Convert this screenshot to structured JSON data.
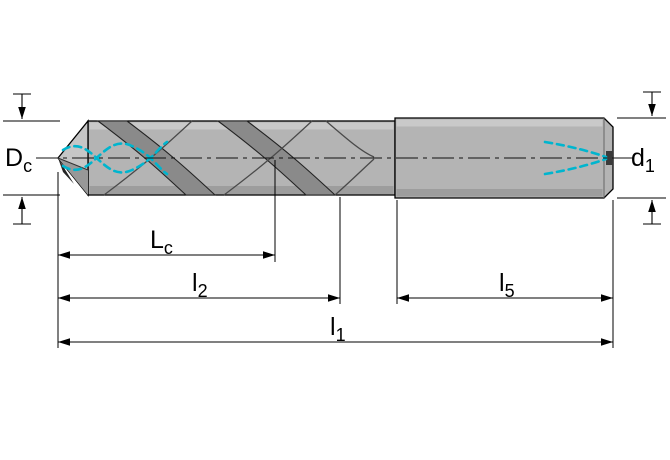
{
  "diagram": {
    "type": "technical-drawing-drill-dimensions",
    "dimensions": {
      "dc": {
        "base": "D",
        "sub": "c"
      },
      "d1": {
        "base": "d",
        "sub": "1"
      },
      "lc": {
        "base": "L",
        "sub": "c"
      },
      "l2": {
        "base": "l",
        "sub": "2"
      },
      "l5": {
        "base": "l",
        "sub": "5"
      },
      "l1": {
        "base": "l",
        "sub": "1"
      }
    },
    "colors": {
      "background": "#ffffff",
      "outline": "#000000",
      "body_gray": "#b4b4b4",
      "tip_light": "#c6c6c6",
      "tip_shadow": "#989898",
      "flute_dark": "#8a8a8a",
      "highlight": "#c9c9c9",
      "lower_shade": "#9d9d9d",
      "coolant_cyan": "#00b5ce",
      "dimension": "#000000"
    }
  }
}
